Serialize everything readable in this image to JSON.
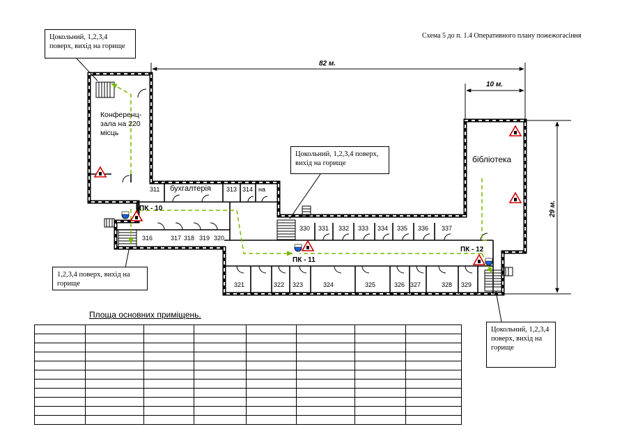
{
  "header": {
    "scheme_title": "Схема 5 до п. 1.4 Оперативного плану пожежогасіння"
  },
  "dimensions": {
    "length": "82 м.",
    "width": "10 м.",
    "height": "29 м."
  },
  "halls": {
    "conference": [
      "Конференц-",
      "зала на 220",
      "місць"
    ],
    "library": "бібліотека",
    "accounting": "бухгалтерія"
  },
  "rooms_top": [
    "311",
    "313",
    "314",
    "на"
  ],
  "rooms_left": [
    "316",
    "317",
    "318",
    "319",
    "320"
  ],
  "rooms_mid": [
    "330",
    "331",
    "332",
    "333",
    "334",
    "335",
    "336",
    "337"
  ],
  "rooms_bottom": [
    "321",
    "322",
    "323",
    "324",
    "325",
    "326",
    "327",
    "328",
    "329"
  ],
  "hydrants": [
    "ПК - 10",
    "ПК - 11",
    "ПК - 12"
  ],
  "callouts": {
    "top_left": "Цокольний, 1,2,3,4 поверх, вихід на горище",
    "center": "Цокольний, 1,2,3,4 поверх, вихід на горище",
    "bottom_left": "1,2,3,4 поверх, вихід на горище",
    "bottom_right": "Цокольний, 1,2,3,4 поверх, вихід на горище"
  },
  "area_table": {
    "title": "Площа основних приміщень.",
    "rows": 11,
    "cols": 8
  },
  "colors": {
    "evacuation_route": "#7ab800",
    "hazard_sign": "#d00000",
    "fire_hydrant": "#1e5fd6",
    "wall": "#000000"
  }
}
